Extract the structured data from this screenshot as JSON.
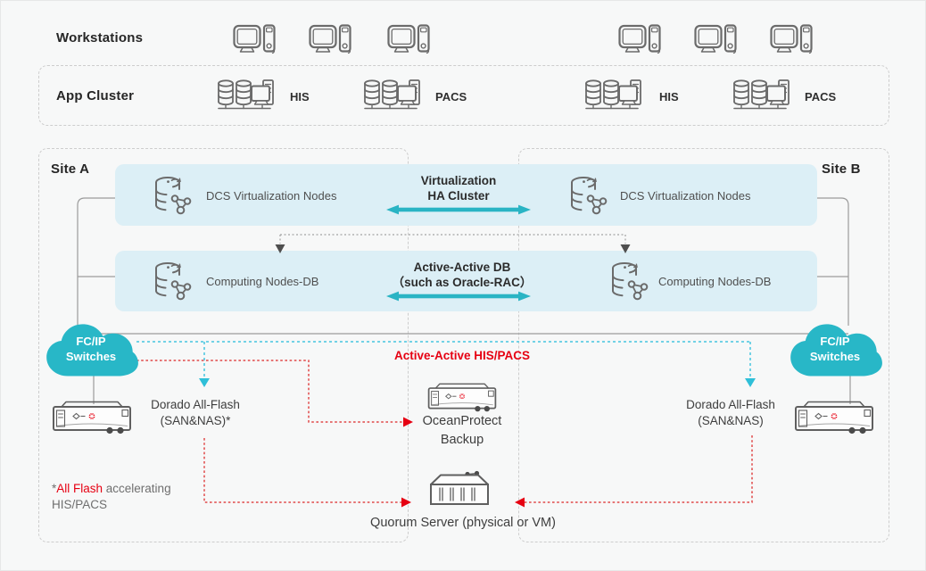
{
  "colors": {
    "background": "#f7f8f8",
    "band_blue": "#dceff6",
    "teal_arrow": "#2ab4c4",
    "cloud_teal": "#28b7c7",
    "cyan_line": "#47c6df",
    "red": "#e60012",
    "red_line": "#e04848",
    "gray_line": "#9b9b9b",
    "dash_border": "#cdcdcd",
    "text_dark": "#262626",
    "text_gray": "#4f4f4f",
    "note_gray": "#6f6f6f"
  },
  "top": {
    "workstations_label": "Workstations"
  },
  "app_cluster": {
    "label": "App Cluster",
    "items": [
      {
        "label": "HIS"
      },
      {
        "label": "PACS"
      },
      {
        "label": "HIS"
      },
      {
        "label": "PACS"
      }
    ]
  },
  "sites": {
    "a": {
      "label": "Site A"
    },
    "b": {
      "label": "Site B"
    }
  },
  "virtualization_band": {
    "left_caption": "DCS Virtualization Nodes",
    "right_caption": "DCS Virtualization Nodes",
    "center": {
      "line1": "Virtualization",
      "line2": "HA Cluster"
    }
  },
  "database_band": {
    "left_caption": "Computing Nodes-DB",
    "right_caption": "Computing Nodes-DB",
    "center": {
      "line1": "Active-Active DB",
      "line2": "（such as Oracle-RAC）"
    }
  },
  "switches": {
    "left": {
      "line1": "FC/IP",
      "line2": "Switches"
    },
    "right": {
      "line1": "FC/IP",
      "line2": "Switches"
    }
  },
  "storage": {
    "left": {
      "line1": "Dorado All-Flash",
      "line2": "(SAN&NAS)*"
    },
    "right": {
      "line1": "Dorado All-Flash",
      "line2": "(SAN&NAS)"
    }
  },
  "backup": {
    "line1": "OceanProtect",
    "line2": "Backup"
  },
  "quorum": {
    "label": "Quorum Server (physical or VM)"
  },
  "annotations": {
    "active_active_hispacs": "Active-Active HIS/PACS",
    "footnote": {
      "star": "*",
      "highlight": "All Flash",
      "rest": " accelerating",
      "line2": "HIS/PACS"
    }
  }
}
